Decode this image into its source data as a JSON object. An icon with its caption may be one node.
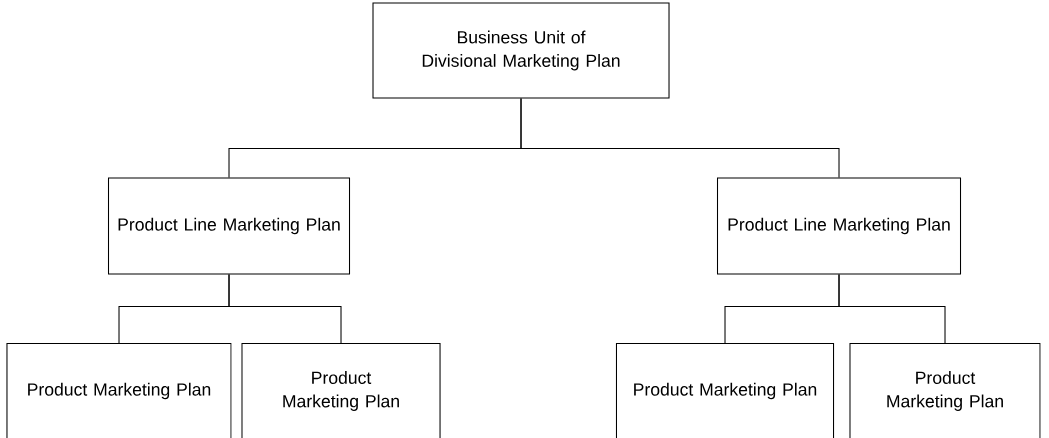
{
  "diagram": {
    "nodes": [
      {
        "text": [
          "Business Unit of Divisional Marketing Plan"
        ]
      },
      {
        "text": [
          "Product Line Marketing Plan"
        ]
      },
      {
        "text": [
          "Product Line Marketing Plan"
        ]
      },
      {
        "text": [
          "Product Marketing Plan"
        ]
      },
      {
        "text": [
          "Product Marketing Plan"
        ]
      },
      {
        "text": [
          "Product Marketing Plan"
        ]
      },
      {
        "text": [
          "Product Marketing Plan"
        ]
      }
    ],
    "edges": [
      {
        "from": 0,
        "to": 1,
        "arrow": "none"
      },
      {
        "from": 0,
        "to": 2,
        "arrow": "none"
      },
      {
        "from": 1,
        "to": 3,
        "arrow": "none"
      },
      {
        "from": 1,
        "to": 4,
        "arrow": "none"
      },
      {
        "from": 2,
        "to": 5,
        "arrow": "none"
      },
      {
        "from": 2,
        "to": 6,
        "arrow": "none"
      }
    ]
  }
}
